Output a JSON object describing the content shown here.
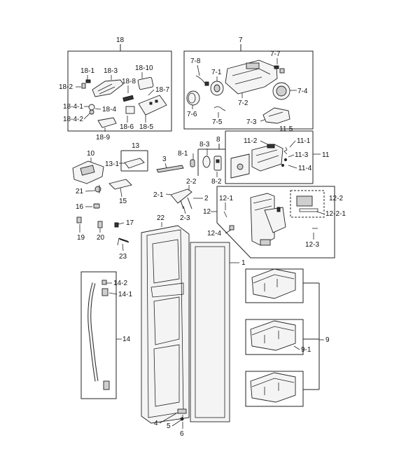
{
  "labels": {
    "l18": "18",
    "l18_1": "18-1",
    "l18_2": "18-2",
    "l18_3": "18-3",
    "l18_4": "18-4",
    "l18_4_1": "18-4-1",
    "l18_4_2": "18-4-2",
    "l18_5": "18-5",
    "l18_6": "18-6",
    "l18_7": "18-7",
    "l18_8": "18-8",
    "l18_9": "18-9",
    "l18_10": "18-10",
    "l7": "7",
    "l7_1": "7-1",
    "l7_2": "7-2",
    "l7_3": "7-3",
    "l7_4": "7-4",
    "l7_5": "7-5",
    "l7_6": "7-6",
    "l7_7": "7-7",
    "l7_8": "7-8",
    "l8": "8",
    "l8_1": "8-1",
    "l8_2": "8-2",
    "l8_3": "8-3",
    "l11": "11",
    "l11_1": "11-1",
    "l11_2": "11-2",
    "l11_3": "11-3",
    "l11_4": "11-4",
    "l11_5": "11-5",
    "l12": "12",
    "l12_1": "12-1",
    "l12_2": "12-2",
    "l12_2_1": "12-2-1",
    "l12_3": "12-3",
    "l12_4": "12-4",
    "l2": "2",
    "l2_1": "2-1",
    "l2_2": "2-2",
    "l2_3": "2-3",
    "l1": "1",
    "l3": "3",
    "l4": "4",
    "l5": "5",
    "l6": "6",
    "l9": "9",
    "l9_1": "9-1",
    "l10": "10",
    "l13": "13",
    "l13_1": "13-1",
    "l14": "14",
    "l14_1": "14-1",
    "l14_2": "14-2",
    "l15": "15",
    "l16": "16",
    "l17": "17",
    "l19": "19",
    "l20": "20",
    "l21": "21",
    "l22": "22",
    "l23": "23"
  }
}
